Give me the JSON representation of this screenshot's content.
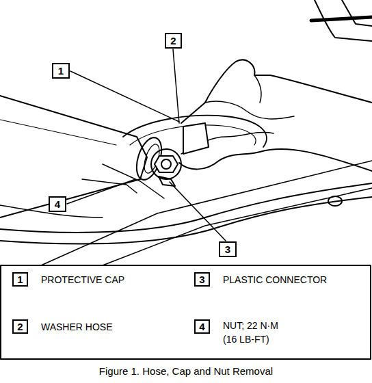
{
  "diagram": {
    "caption": "Figure 1. Hose, Cap and Nut Removal",
    "nodes": [
      {
        "text": [
          "2"
        ]
      },
      {
        "text": [
          "1"
        ]
      },
      {
        "text": [
          "4"
        ]
      },
      {
        "text": [
          "3"
        ]
      },
      {
        "text": [
          "1"
        ]
      },
      {
        "text": [
          "3"
        ]
      },
      {
        "text": [
          "2"
        ]
      },
      {
        "text": [
          "4"
        ]
      }
    ],
    "edges": [],
    "labels": [
      "PROTECTIVE CAP",
      "PLASTIC CONNECTOR",
      "WASHER HOSE",
      "NUT; 22 N·M (16 LB-FT)"
    ]
  }
}
